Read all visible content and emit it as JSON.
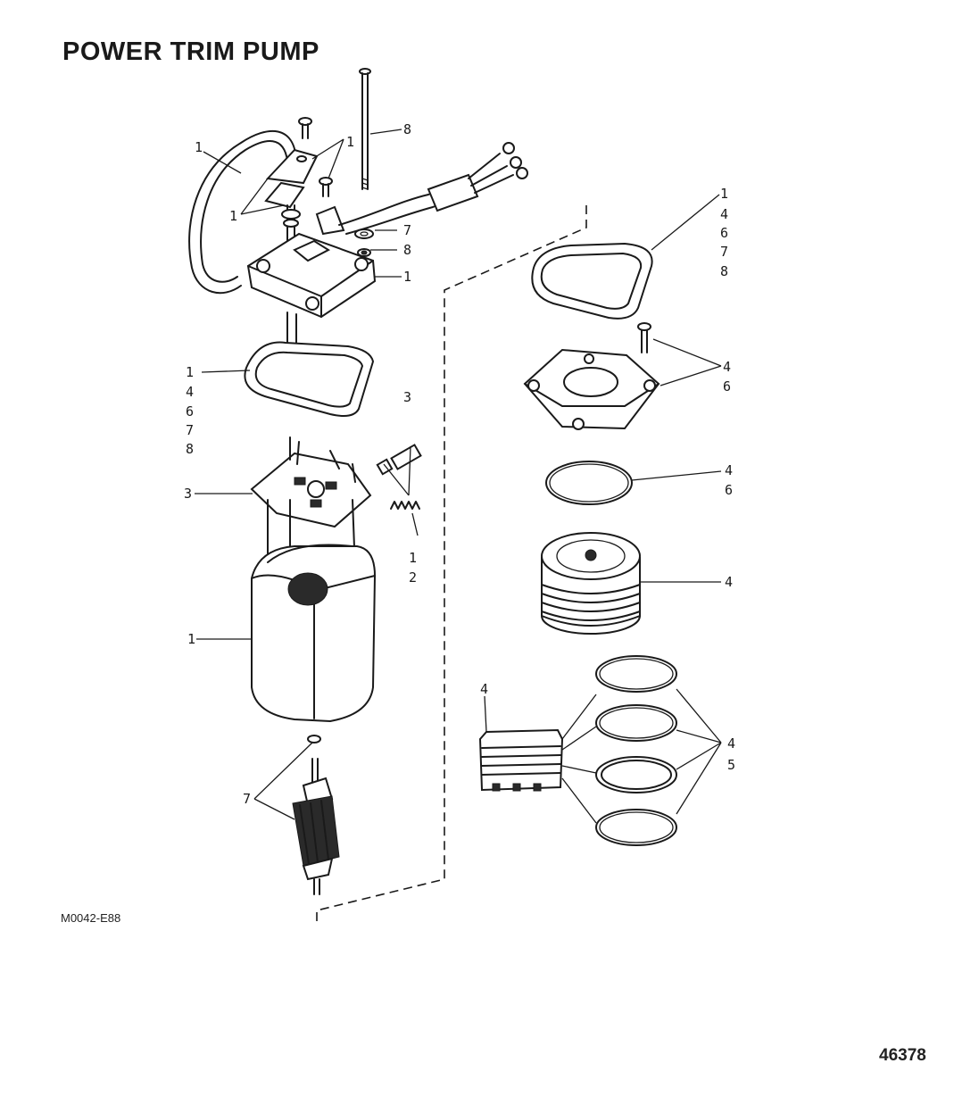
{
  "title": "POWER TRIM PUMP",
  "figure_code": "M0042-E88",
  "document_number": "46378",
  "callouts": [
    {
      "id": "c-hose",
      "text": "1"
    },
    {
      "id": "c-top-screws",
      "text": "1"
    },
    {
      "id": "c-shaft-parts",
      "text": "1"
    },
    {
      "id": "c-long-bolt",
      "text": "8"
    },
    {
      "id": "c-washer",
      "text": "7"
    },
    {
      "id": "c-nut",
      "text": "8"
    },
    {
      "id": "c-end-cap",
      "text": "1"
    },
    {
      "id": "c-gasket-left-1",
      "text": "1"
    },
    {
      "id": "c-gasket-left-2",
      "text": "4"
    },
    {
      "id": "c-gasket-left-3",
      "text": "6"
    },
    {
      "id": "c-gasket-left-4",
      "text": "7"
    },
    {
      "id": "c-gasket-left-5",
      "text": "8"
    },
    {
      "id": "c-brush-holder",
      "text": "3"
    },
    {
      "id": "c-brushes",
      "text": "3"
    },
    {
      "id": "c-spring-1",
      "text": "1"
    },
    {
      "id": "c-spring-2",
      "text": "2"
    },
    {
      "id": "c-frame",
      "text": "1"
    },
    {
      "id": "c-armature",
      "text": "7"
    },
    {
      "id": "c-gasket-right-1",
      "text": "1"
    },
    {
      "id": "c-gasket-right-2",
      "text": "4"
    },
    {
      "id": "c-gasket-right-3",
      "text": "6"
    },
    {
      "id": "c-gasket-right-4",
      "text": "7"
    },
    {
      "id": "c-gasket-right-5",
      "text": "8"
    },
    {
      "id": "c-plate-1",
      "text": "4"
    },
    {
      "id": "c-plate-2",
      "text": "6"
    },
    {
      "id": "c-oring-1",
      "text": "4"
    },
    {
      "id": "c-oring-2",
      "text": "6"
    },
    {
      "id": "c-pump-body",
      "text": "4"
    },
    {
      "id": "c-valve-block",
      "text": "4"
    },
    {
      "id": "c-seals-1",
      "text": "4"
    },
    {
      "id": "c-seals-2",
      "text": "5"
    }
  ]
}
